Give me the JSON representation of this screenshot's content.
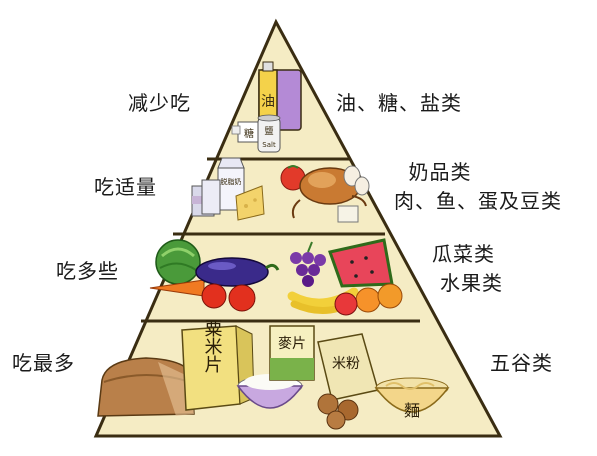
{
  "pyramid": {
    "tiers": [
      {
        "id": "top",
        "left_label": "减少吃",
        "right_lines": [
          "油、糖、盐类"
        ],
        "food_labels": [
          "油",
          "糖",
          "鹽",
          "Salt"
        ]
      },
      {
        "id": "upper",
        "left_label": "吃适量",
        "right_lines": [
          "奶品类",
          "肉、鱼、蛋及豆类"
        ],
        "food_labels": [
          "脱脂奶"
        ]
      },
      {
        "id": "middle",
        "left_label": "吃多些",
        "right_lines": [
          "瓜菜类",
          "水果类"
        ],
        "food_labels": []
      },
      {
        "id": "bottom",
        "left_label": "吃最多",
        "right_lines": [
          "五谷类"
        ],
        "food_labels": [
          "粟米片",
          "麥片",
          "米粉",
          "麵"
        ]
      }
    ]
  },
  "colors": {
    "pyramid_outline": "#3a2d12",
    "pyramid_fill": "#f5ecc4",
    "shadow": "#d9cfa5"
  }
}
